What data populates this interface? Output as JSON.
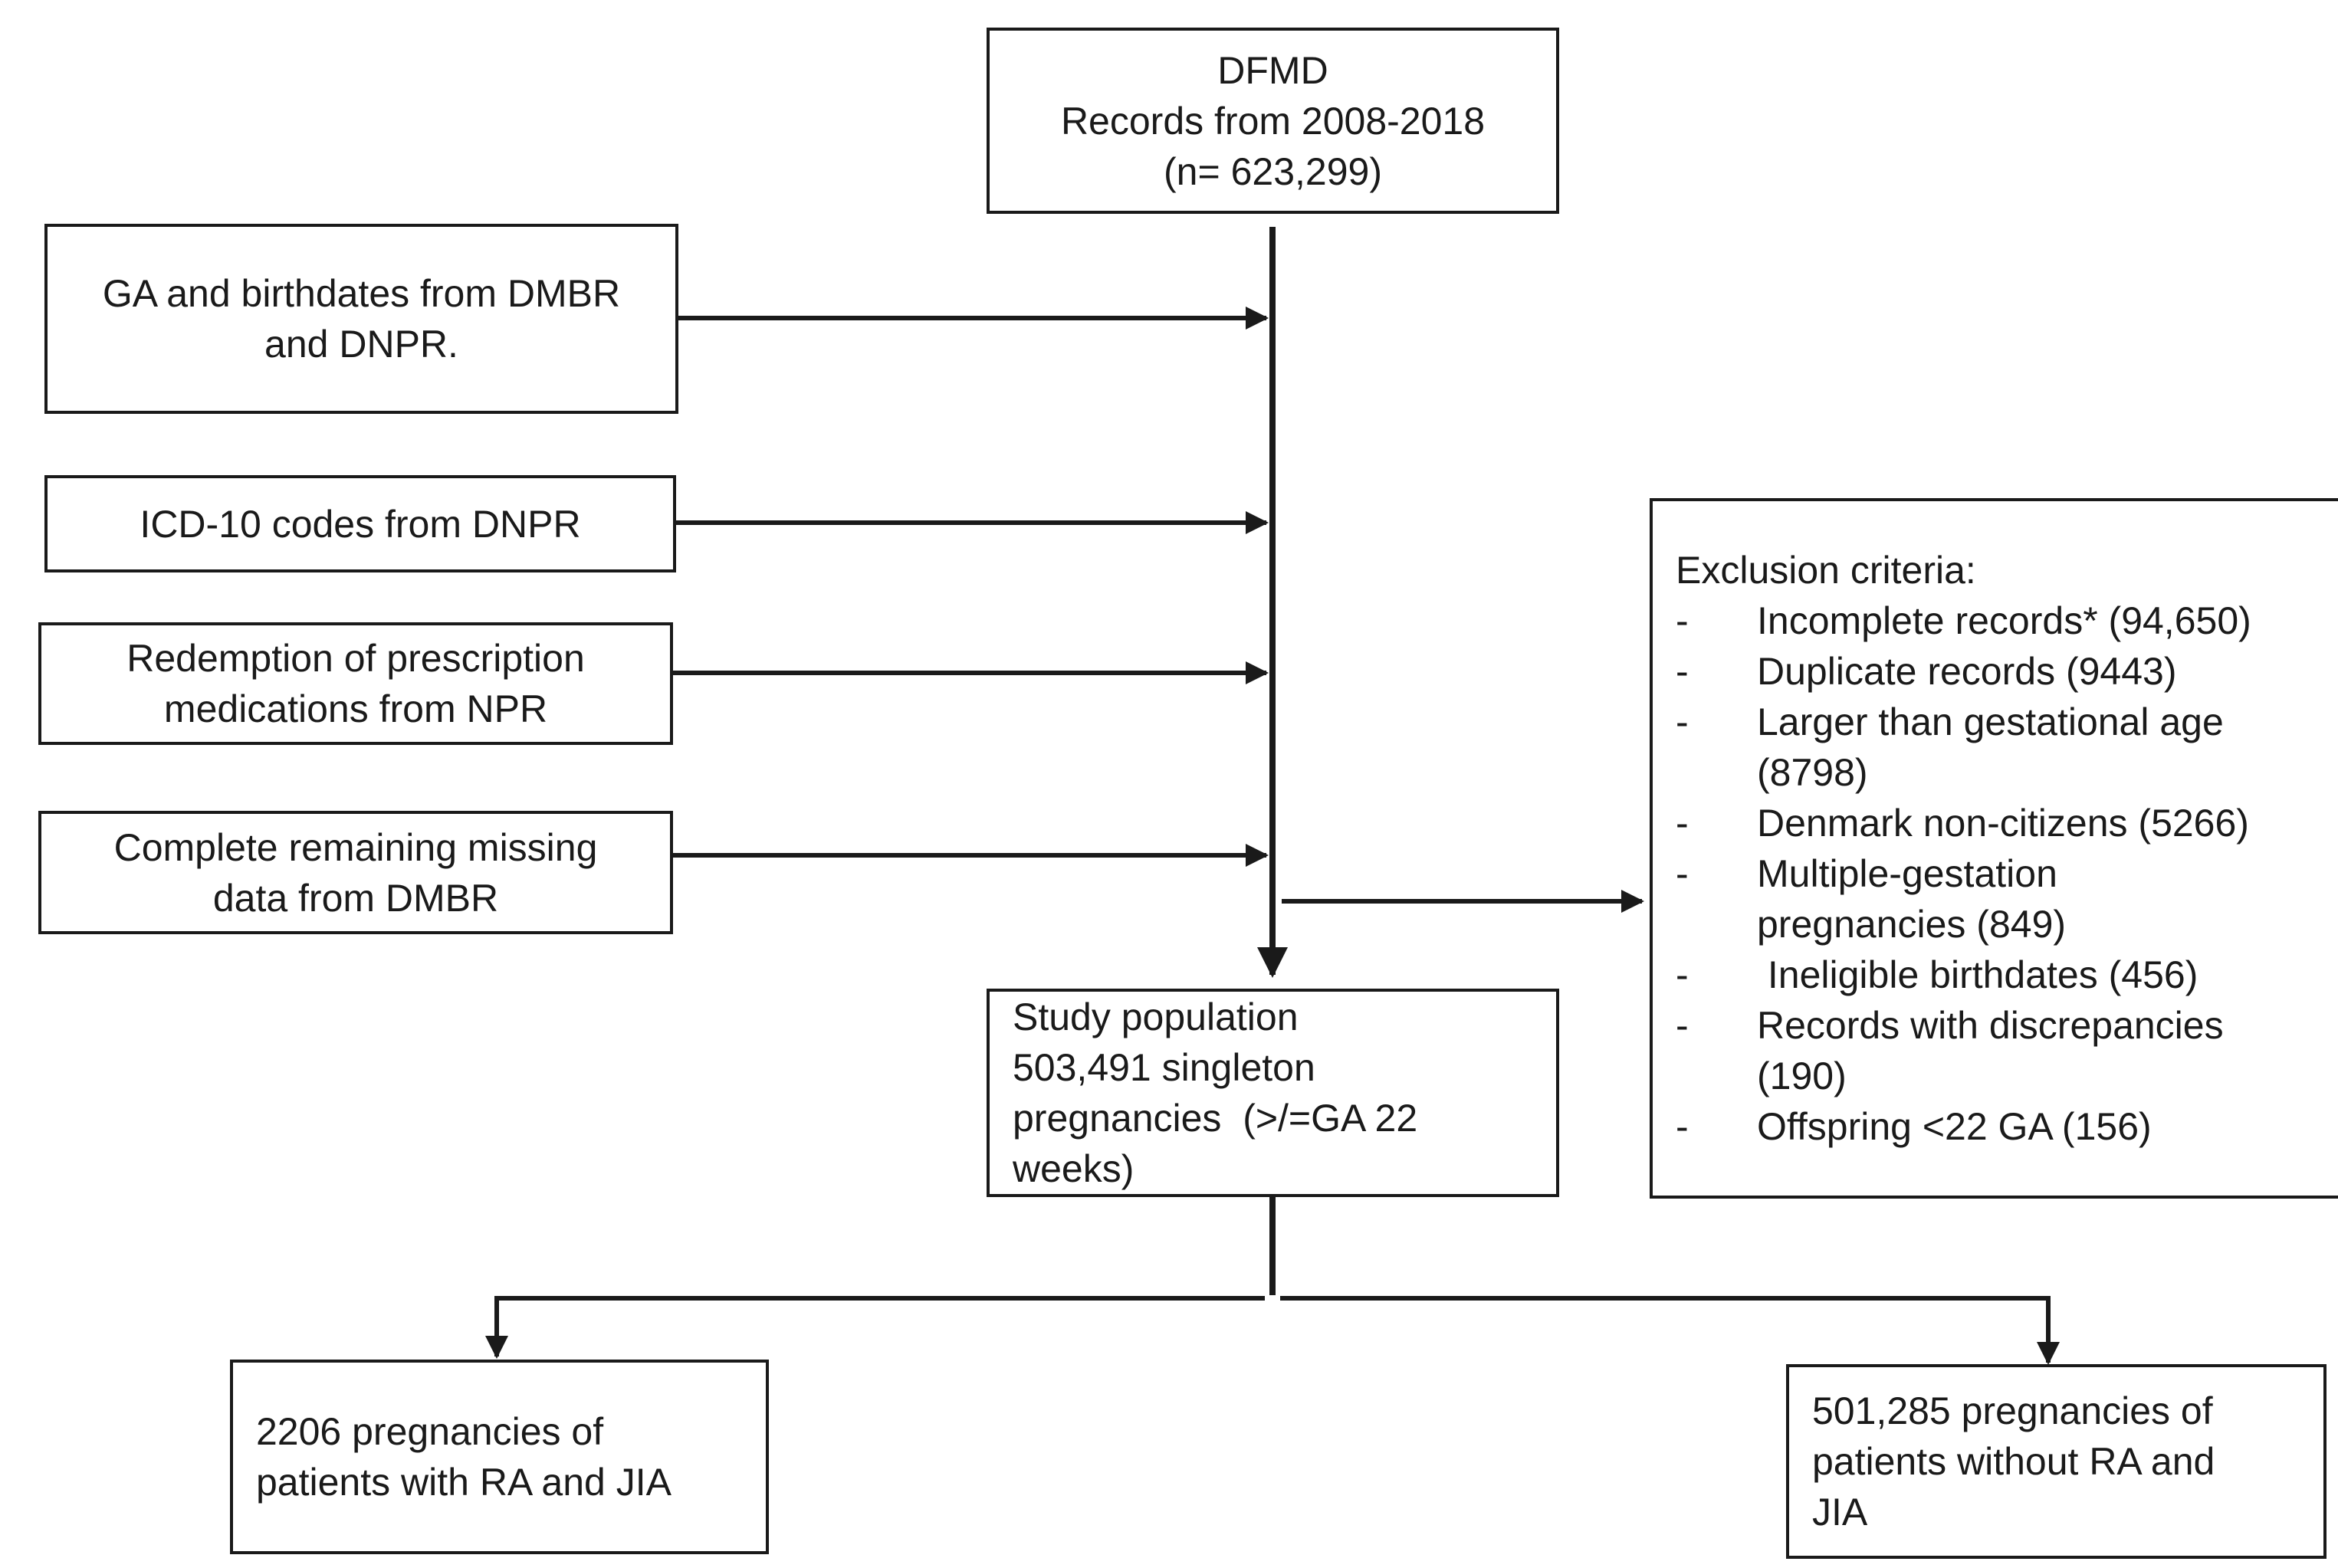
{
  "source_box": {
    "lines": [
      "DFMD",
      "Records from 2008-2018",
      "(n= 623,299)"
    ]
  },
  "input_boxes": [
    {
      "lines": [
        "GA and birthdates from DMBR",
        "and DNPR."
      ]
    },
    {
      "lines": [
        "ICD-10 codes from DNPR"
      ]
    },
    {
      "lines": [
        "Redemption of prescription",
        "medications from NPR"
      ]
    },
    {
      "lines": [
        "Complete remaining missing",
        "data from DMBR"
      ]
    }
  ],
  "exclusion_box": {
    "title": "Exclusion criteria:",
    "bullet": "-",
    "items": [
      {
        "lines": [
          "Incomplete records* (94,650)"
        ]
      },
      {
        "lines": [
          "Duplicate records (9443)"
        ]
      },
      {
        "lines": [
          "Larger than gestational age",
          "(8798)"
        ]
      },
      {
        "lines": [
          "Denmark non-citizens (5266)"
        ]
      },
      {
        "lines": [
          "Multiple-gestation",
          "pregnancies (849)"
        ]
      },
      {
        "lines": [
          " Ineligible birthdates (456)"
        ]
      },
      {
        "lines": [
          "Records with discrepancies",
          "(190)"
        ]
      },
      {
        "lines": [
          "Offspring <22 GA (156)"
        ]
      }
    ]
  },
  "study_box": {
    "lines": [
      "Study population",
      "503,491 singleton",
      "pregnancies  (>/=GA 22",
      "weeks)"
    ]
  },
  "outcome_boxes": [
    {
      "lines": [
        "2206 pregnancies of",
        "patients with RA and JIA"
      ]
    },
    {
      "lines": [
        "501,285 pregnancies of",
        "patients without RA and",
        "JIA"
      ]
    }
  ]
}
